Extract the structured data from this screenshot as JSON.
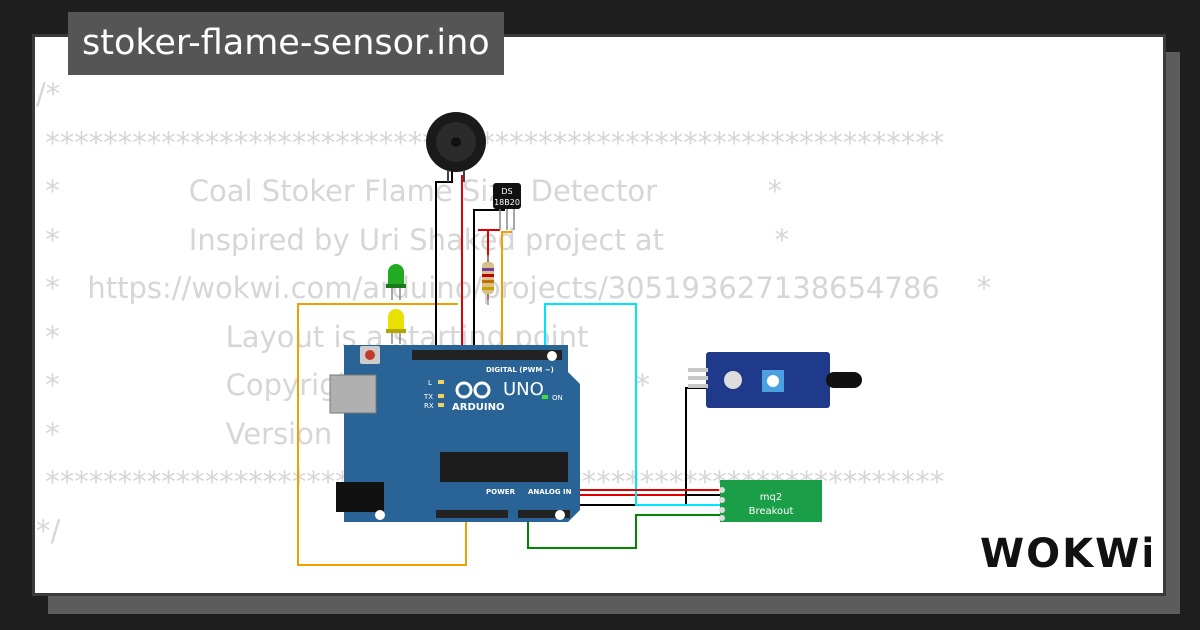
{
  "sketch": {
    "filename": "stoker-flame-sensor.ino",
    "code_lines": [
      "/*",
      " **************************************************************",
      " *              Coal Stoker Flame Size Detector            *",
      " *              Inspired by Uri Shaked project at            *",
      " *   https://wokwi.com/arduino/projects/305193627138654786    *",
      " *                  Layout is a starting point",
      " *                  Copyright Rob Clark             *",
      " *                  Version 1.0              *",
      " **************************************************************",
      "*/"
    ]
  },
  "components": {
    "temp_sensor": {
      "line1": "DS",
      "line2": "18B20"
    },
    "arduino": {
      "brand": "ARDUINO",
      "model": "UNO",
      "digital_header": "DIGITAL (PWM ~)",
      "analog_header": "ANALOG IN",
      "power_header": "POWER",
      "on_label": "ON",
      "l_label": "L",
      "tx_label": "TX",
      "rx_label": "RX"
    },
    "gas_sensor": {
      "line1": "mq2",
      "line2": "Breakout"
    }
  },
  "logo_text": "WOKWi",
  "colors": {
    "background": "#1e1e1e",
    "card": "#ffffff",
    "title_bg": "#555555",
    "code_text": "#d6d6d6",
    "arduino_board": "#2a6496",
    "mq2_board": "#1a9e47",
    "flame_board": "#1f3a8a",
    "wire_red": "#e00000",
    "wire_black": "#000000",
    "wire_orange": "#f0a000",
    "wire_cyan": "#00e5ff",
    "wire_green": "#008800"
  }
}
